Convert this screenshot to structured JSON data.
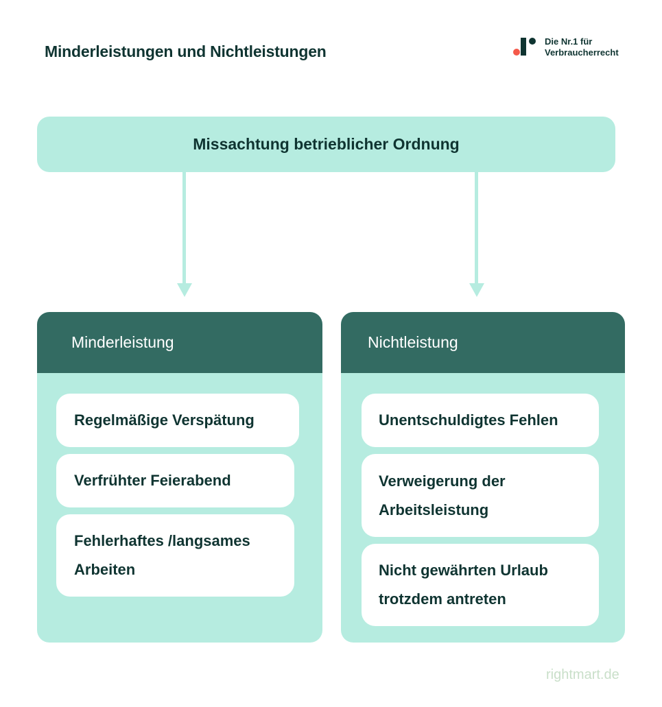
{
  "header": {
    "title": "Minderleistungen und Nichtleistungen"
  },
  "logo": {
    "tagline": "Die Nr.1 für\nVerbraucherrecht",
    "colors": {
      "dark": "#0f3431",
      "accent": "#f4594a"
    }
  },
  "diagram": {
    "root": {
      "label": "Missachtung betrieblicher Ordnung"
    },
    "branches": [
      {
        "title": "Minderleistung",
        "items": [
          {
            "label": "Regelmäßige Verspätung"
          },
          {
            "label": "Verfrühter Feierabend"
          },
          {
            "label": "Fehlerhaftes /langsames\nArbeiten"
          }
        ]
      },
      {
        "title": "Nichtleistung",
        "items": [
          {
            "label": "Unentschuldigtes Fehlen"
          },
          {
            "label": "Verweigerung der\nArbeitsleistung"
          },
          {
            "label": "Nicht gewährten Urlaub\ntrotzdem antreten"
          }
        ]
      }
    ]
  },
  "colors": {
    "text": "#0f3431",
    "mint": "#b6ece0",
    "header_green": "#336b62",
    "card": "#ffffff",
    "watermark": "#c9dfc9"
  },
  "footer": {
    "watermark": "rightmart.de"
  }
}
